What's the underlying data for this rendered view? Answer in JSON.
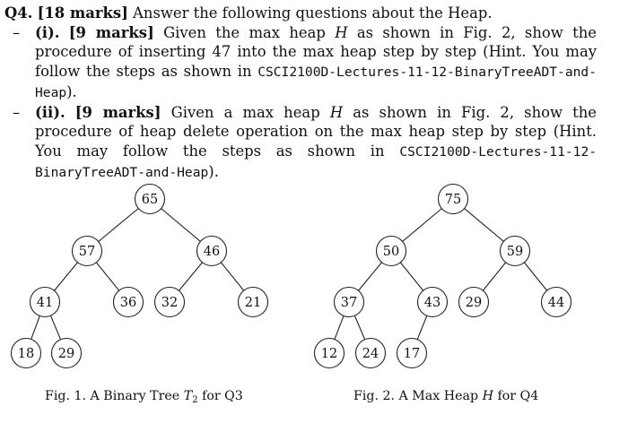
{
  "question": {
    "label": "Q4.",
    "marks": "[18 marks]",
    "text": "Answer the following questions about the Heap."
  },
  "parts": [
    {
      "label": "(i).",
      "marks": "[9 marks]",
      "text_a": "Given the max heap",
      "heap_symbol": "H",
      "text_b": "as shown in Fig. 2, show the procedure of inserting 47 into the max heap step by step (Hint. You may follow the steps as shown in",
      "ref": "CSCI2100D-Lectures-11-12-BinaryTreeADT-and-Heap",
      "text_c": ")."
    },
    {
      "label": "(ii).",
      "marks": "[9 marks]",
      "text_a": "Given a max heap",
      "heap_symbol": "H",
      "text_b": "as shown in Fig. 2, show the procedure of heap delete operation on the max heap step by step (Hint. You may follow the steps as shown in",
      "ref": "CSCI2100D-Lectures-11-12-BinaryTreeADT-and-Heap",
      "text_c": ")."
    }
  ],
  "fig1": {
    "nodes": [
      "65",
      "57",
      "46",
      "41",
      "36",
      "32",
      "21",
      "18",
      "29"
    ],
    "caption_a": "Fig. 1.  A Binary Tree",
    "caption_symbol": "T",
    "caption_sub": "2",
    "caption_b": "for Q3"
  },
  "fig2": {
    "nodes": [
      "75",
      "50",
      "59",
      "37",
      "43",
      "29",
      "44",
      "12",
      "24",
      "17"
    ],
    "caption_a": "Fig. 2.  A Max Heap",
    "caption_symbol": "H",
    "caption_b": "for Q4"
  }
}
